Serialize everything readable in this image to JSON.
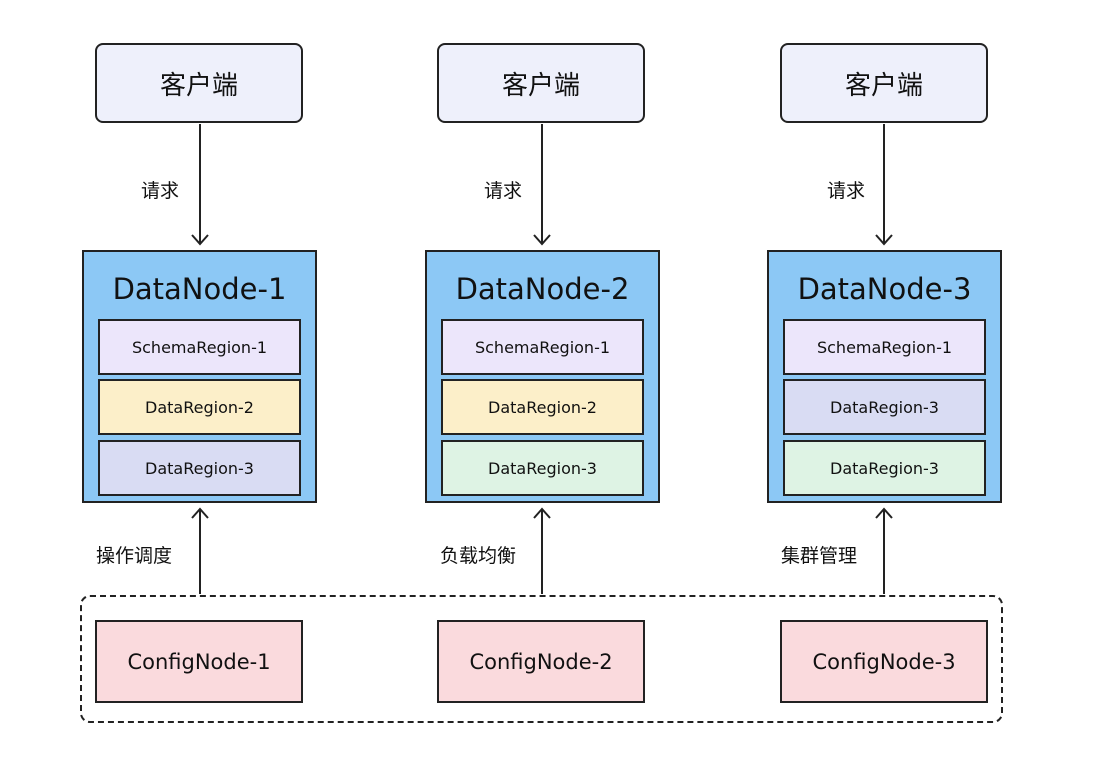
{
  "clients": [
    {
      "label": "客户端",
      "request_label": "请求"
    },
    {
      "label": "客户端",
      "request_label": "请求"
    },
    {
      "label": "客户端",
      "request_label": "请求"
    }
  ],
  "datanodes": [
    {
      "title": "DataNode-1",
      "regions": [
        {
          "label": "SchemaRegion-1",
          "color": "#ece6fb"
        },
        {
          "label": "DataRegion-2",
          "color": "#fcefc9"
        },
        {
          "label": "DataRegion-3",
          "color": "#d9dcf3"
        }
      ]
    },
    {
      "title": "DataNode-2",
      "regions": [
        {
          "label": "SchemaRegion-1",
          "color": "#ece6fb"
        },
        {
          "label": "DataRegion-2",
          "color": "#fcefc9"
        },
        {
          "label": "DataRegion-3",
          "color": "#def3e4"
        }
      ]
    },
    {
      "title": "DataNode-3",
      "regions": [
        {
          "label": "SchemaRegion-1",
          "color": "#ece6fb"
        },
        {
          "label": "DataRegion-3",
          "color": "#d9dcf3"
        },
        {
          "label": "DataRegion-3",
          "color": "#def3e4"
        }
      ]
    }
  ],
  "operations": [
    "操作调度",
    "负载均衡",
    "集群管理"
  ],
  "confignodes": [
    "ConfigNode-1",
    "ConfigNode-2",
    "ConfigNode-3"
  ],
  "colors": {
    "client_bg": "#eef0fb",
    "datanode_bg": "#8cc8f5",
    "confignode_bg": "#fadadd"
  }
}
